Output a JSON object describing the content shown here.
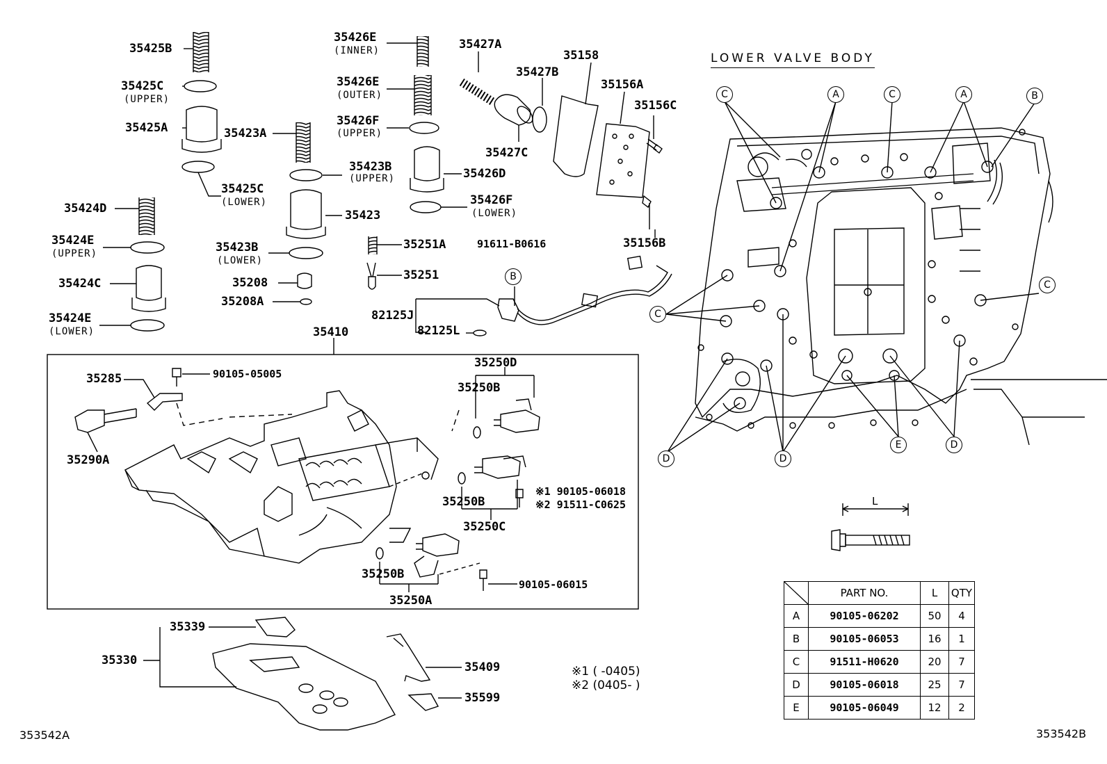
{
  "labels": {
    "p35425B": "35425B",
    "p35425C_u": "35425C",
    "p35425C_u_sub": "(UPPER)",
    "p35425A": "35425A",
    "p35425C_l": "35425C",
    "p35425C_l_sub": "(LOWER)",
    "p35424D": "35424D",
    "p35424E_u": "35424E",
    "p35424E_u_sub": "(UPPER)",
    "p35424C": "35424C",
    "p35424E_l": "35424E",
    "p35424E_l_sub": "(LOWER)",
    "p35426E_i": "35426E",
    "p35426E_i_sub": "(INNER)",
    "p35426E_o": "35426E",
    "p35426E_o_sub": "(OUTER)",
    "p35426F_u": "35426F",
    "p35426F_u_sub": "(UPPER)",
    "p35423A": "35423A",
    "p35423B_u": "35423B",
    "p35423B_u_sub": "(UPPER)",
    "p35423": "35423",
    "p35423B_l": "35423B",
    "p35423B_l_sub": "(LOWER)",
    "p35426D": "35426D",
    "p35426F_l": "35426F",
    "p35426F_l_sub": "(LOWER)",
    "p35427A": "35427A",
    "p35427B": "35427B",
    "p35427C": "35427C",
    "p35158": "35158",
    "p35156A": "35156A",
    "p35156C": "35156C",
    "p35156B": "35156B",
    "p35251A": "35251A",
    "p35251": "35251",
    "p35208": "35208",
    "p35208A": "35208A",
    "p91611": "91611-B0616",
    "p82125J": "82125J",
    "p82125L": "82125L",
    "p35410": "35410",
    "p35285": "35285",
    "p90105_05005": "90105-05005",
    "p35290A": "35290A",
    "p35250D": "35250D",
    "p35250B_1": "35250B",
    "p35250B_2": "35250B",
    "p35250C": "35250C",
    "p35250B_3": "35250B",
    "p35250A": "35250A",
    "p90105_06015": "90105-06015",
    "p90105_06018": "※1 90105-06018",
    "p91511_C0625": "※2 91511-C0625",
    "p35339": "35339",
    "p35330": "35330",
    "p35409": "35409",
    "p35599": "35599",
    "note1": "※1  (      -0405)",
    "note2": "※2  (0405-       )",
    "ref_left": "353542A",
    "ref_right": "353542B",
    "lower_title": "LOWER VALVE BODY",
    "len_label": "L",
    "circle_b": "B"
  },
  "callouts": {
    "C": "C",
    "A": "A",
    "B": "B",
    "D": "D",
    "E": "E"
  },
  "spec_table": {
    "headers": [
      "PART NO.",
      "L",
      "QTY"
    ],
    "rows": [
      {
        "code": "A",
        "part": "90105-06202",
        "l": "50",
        "qty": "4"
      },
      {
        "code": "B",
        "part": "90105-06053",
        "l": "16",
        "qty": "1"
      },
      {
        "code": "C",
        "part": "91511-H0620",
        "l": "20",
        "qty": "7"
      },
      {
        "code": "D",
        "part": "90105-06018",
        "l": "25",
        "qty": "7"
      },
      {
        "code": "E",
        "part": "90105-06049",
        "l": "12",
        "qty": "2"
      }
    ]
  }
}
